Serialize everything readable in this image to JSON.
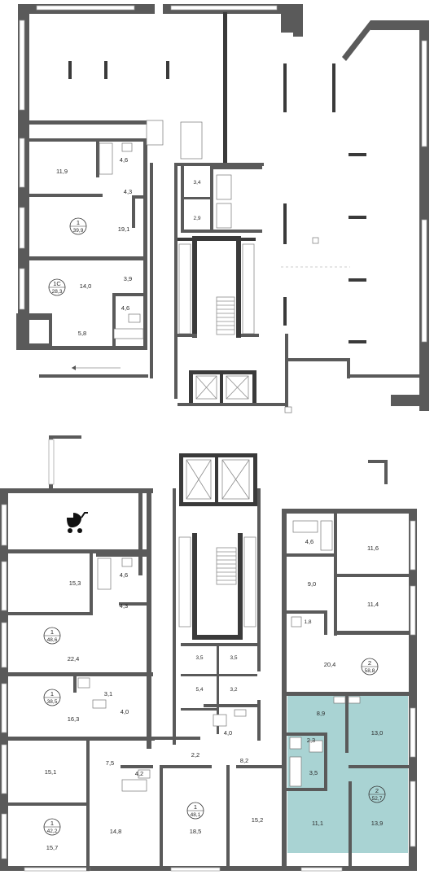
{
  "apartments": [
    {
      "id": "apt-1-top",
      "rooms": "1",
      "area": "39,9"
    },
    {
      "id": "apt-1c-top",
      "rooms": "1С",
      "area": "28,3"
    },
    {
      "id": "apt-1-48-6",
      "rooms": "1",
      "area": "48,6"
    },
    {
      "id": "apt-1-38-5",
      "rooms": "1",
      "area": "38,5"
    },
    {
      "id": "apt-1-42-2",
      "rooms": "1",
      "area": "42,2"
    },
    {
      "id": "apt-1-48-1",
      "rooms": "1",
      "area": "48,1"
    },
    {
      "id": "apt-2-58-8",
      "rooms": "2",
      "area": "58,8"
    },
    {
      "id": "apt-2-52-7",
      "rooms": "2",
      "area": "52,7"
    }
  ],
  "rooms": {
    "r01": "11,9",
    "r02": "4,6",
    "r03": "4,3",
    "r04": "19,1",
    "r05": "3,4",
    "r06": "2,9",
    "r07": "14,0",
    "r08": "3,9",
    "r09": "4,6",
    "r10": "5,8",
    "r11": "15,3",
    "r12": "4,6",
    "r13": "4,3",
    "r14": "22,4",
    "r15": "3,1",
    "r16": "16,3",
    "r17": "4,0",
    "r18": "15,1",
    "r19": "7,5",
    "r20": "4,2",
    "r21": "14,8",
    "r22": "15,7",
    "r23": "3,5",
    "r24": "3,5",
    "r25": "5,4",
    "r26": "3,2",
    "r27": "4,0",
    "r28": "2,2",
    "r29": "8,2",
    "r30": "18,5",
    "r31": "15,2",
    "r32": "4,6",
    "r33": "11,6",
    "r34": "9,0",
    "r35": "11,4",
    "r36": "1,8",
    "r37": "20,4",
    "r38": "8,9",
    "r39": "13,0",
    "r40": "2,3",
    "r41": "3,5",
    "r42": "11,1",
    "r43": "13,9"
  },
  "colors": {
    "wall": "#5a5a5a",
    "wall_dark": "#3a3a3a",
    "highlight_fill": "#a9d3d3",
    "background": "#ffffff",
    "text": "#2a2a2a"
  },
  "icons": {
    "stroller": "stroller-icon",
    "stairs": "stairs-icon",
    "elevator": "elevator-icon"
  }
}
